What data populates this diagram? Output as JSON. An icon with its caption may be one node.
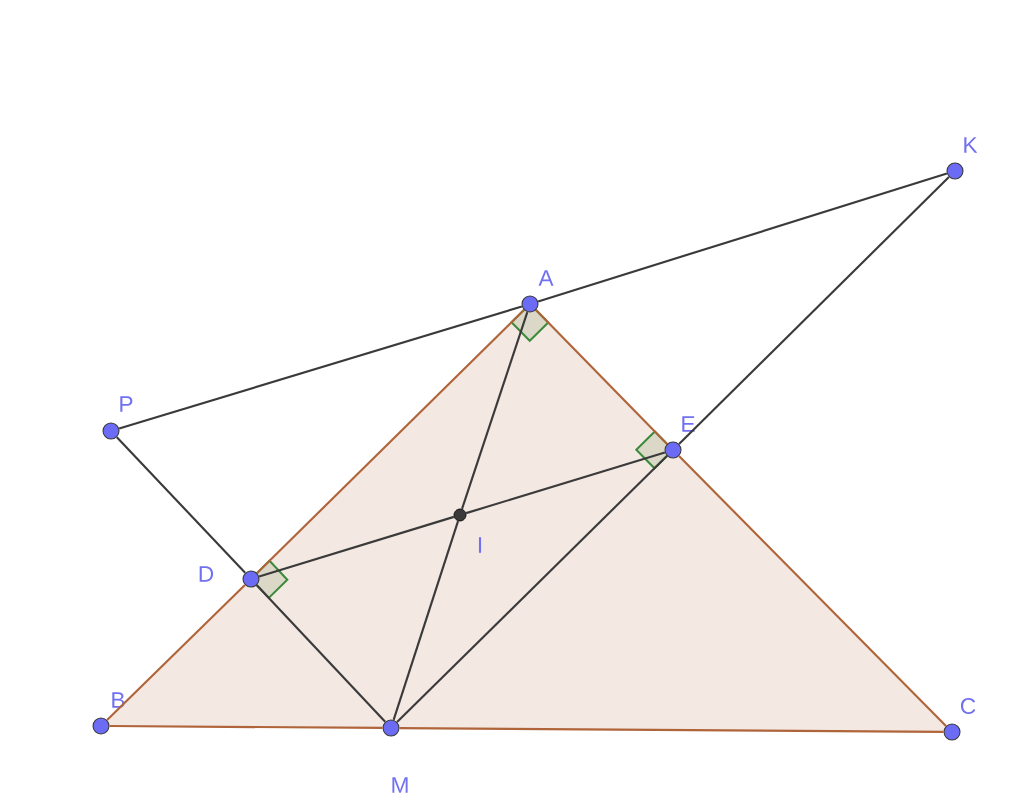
{
  "diagram": {
    "nodes": [
      {
        "text": [],
        "shape": "circle",
        "beside": [
          "K"
        ]
      },
      {
        "text": [],
        "shape": "circle",
        "beside": [
          "A"
        ]
      },
      {
        "text": [],
        "shape": "circle",
        "beside": [
          "P"
        ]
      },
      {
        "text": [],
        "shape": "circle",
        "beside": [
          "E"
        ]
      },
      {
        "text": [],
        "shape": "circle",
        "beside": [
          "I"
        ]
      },
      {
        "text": [],
        "shape": "circle",
        "beside": [
          "D"
        ]
      },
      {
        "text": [],
        "shape": "circle",
        "beside": [
          "B"
        ]
      },
      {
        "text": [],
        "shape": "circle",
        "beside": [
          "M"
        ]
      },
      {
        "text": [],
        "shape": "circle",
        "beside": [
          "C"
        ]
      }
    ],
    "edges": [
      {
        "from": 2,
        "to": 1,
        "arrow": "none"
      },
      {
        "from": 1,
        "to": 0,
        "arrow": "none"
      },
      {
        "from": 0,
        "to": 3,
        "arrow": "none"
      },
      {
        "from": 3,
        "to": 7,
        "arrow": "none"
      },
      {
        "from": 2,
        "to": 5,
        "arrow": "none"
      },
      {
        "from": 5,
        "to": 7,
        "arrow": "none"
      },
      {
        "from": 1,
        "to": 4,
        "arrow": "none"
      },
      {
        "from": 4,
        "to": 7,
        "arrow": "none"
      },
      {
        "from": 5,
        "to": 4,
        "arrow": "none"
      },
      {
        "from": 4,
        "to": 3,
        "arrow": "none"
      },
      {
        "from": 1,
        "to": 5,
        "arrow": "none",
        "color": "#b0643a"
      },
      {
        "from": 5,
        "to": 6,
        "arrow": "none",
        "color": "#b0643a"
      },
      {
        "from": 6,
        "to": 7,
        "arrow": "none",
        "color": "#b0643a"
      },
      {
        "from": 7,
        "to": 8,
        "arrow": "none",
        "color": "#b0643a"
      },
      {
        "from": 8,
        "to": 3,
        "arrow": "none",
        "color": "#b0643a"
      },
      {
        "from": 3,
        "to": 1,
        "arrow": "none",
        "color": "#b0643a"
      }
    ]
  }
}
